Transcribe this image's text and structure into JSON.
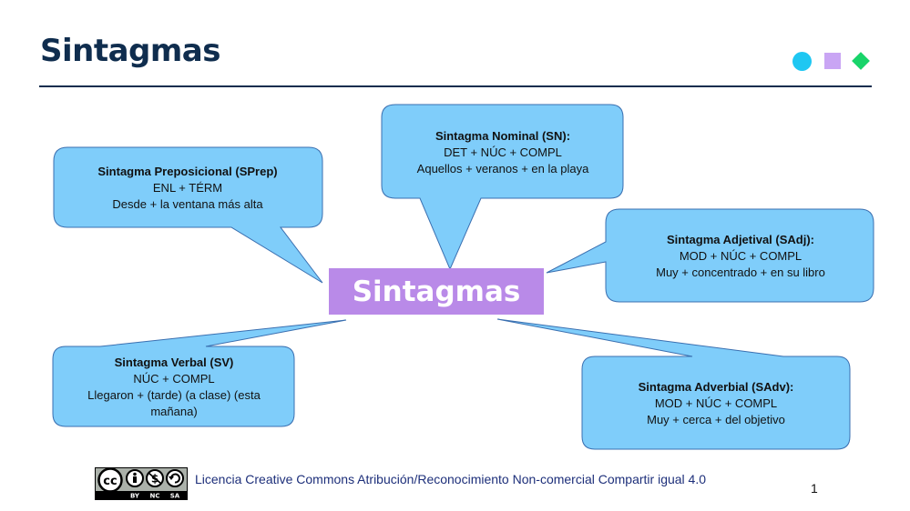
{
  "slide": {
    "title": "Sintagmas",
    "center_label": "Sintagmas",
    "page_number": "1"
  },
  "bubbles": {
    "nominal": {
      "heading": "Sintagma Nominal (SN):",
      "lines": [
        "DET + NÚC + COMPL",
        "Aquellos + veranos + en la playa"
      ]
    },
    "prepositional": {
      "heading": "Sintagma Preposicional (SPrep)",
      "lines": [
        "ENL + TÉRM",
        "Desde + la ventana más alta"
      ]
    },
    "adjectival": {
      "heading": "Sintagma Adjetival (SAdj):",
      "lines": [
        "MOD + NÚC + COMPL",
        "Muy + concentrado + en su libro"
      ]
    },
    "verbal": {
      "heading": "Sintagma Verbal (SV)",
      "lines": [
        "NÚC + COMPL",
        "Llegaron + (tarde) (a clase) (esta",
        "mañana)"
      ]
    },
    "adverbial": {
      "heading": "Sintagma Adverbial (SAdv):",
      "lines": [
        "MOD + NÚC + COMPL",
        "Muy + cerca + del objetivo"
      ]
    }
  },
  "footer": {
    "license_text": "Licencia Creative Commons Atribución/Reconocimiento Non-comercial Compartir igual 4.0",
    "cc_badge": {
      "logo": "cc",
      "tags": [
        "BY",
        "NC",
        "SA"
      ]
    }
  },
  "colors": {
    "title": "#0f2d4e",
    "bubble_fill": "#7fcdfa",
    "bubble_stroke": "#3a6fb0",
    "center_fill": "#b98ae8",
    "deco_circle": "#1fc7f2",
    "deco_square": "#c9a5f4",
    "deco_diamond": "#19d46a",
    "license_text": "#1d2f7a"
  },
  "decorations": [
    "circle-icon",
    "square-icon",
    "diamond-icon"
  ]
}
